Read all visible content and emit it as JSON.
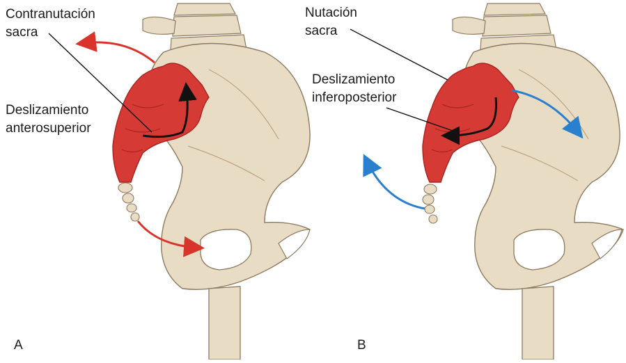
{
  "panels": [
    {
      "letter": "A",
      "label_contranutacion_1": "Contranutación",
      "label_contranutacion_2": "sacra",
      "label_glide_1": "Deslizamiento",
      "label_glide_2": "anterosuperior",
      "arrow_color": "#d9342b"
    },
    {
      "letter": "B",
      "label_nutacion_1": "Nutación",
      "label_nutacion_2": "sacra",
      "label_glide_1": "Deslizamiento",
      "label_glide_2": "inferoposterior",
      "arrow_color": "#2a7fcf"
    }
  ],
  "colors": {
    "bone": "#e9dcc4",
    "bone_shade": "#cdbb9c",
    "bone_outline": "#8c7a5e",
    "sacrum": "#d63a35",
    "sacrum_dark": "#a8231f",
    "text": "#1a1a1a"
  }
}
